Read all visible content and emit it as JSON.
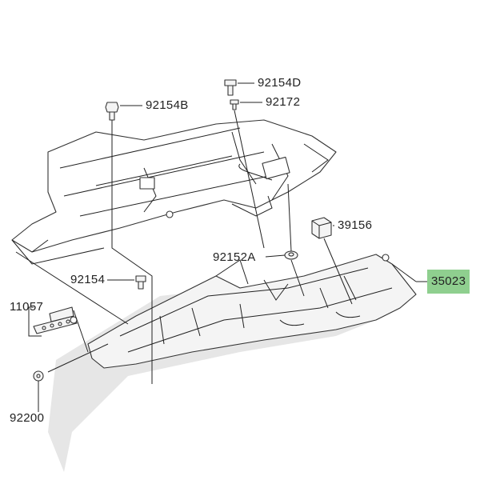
{
  "diagram": {
    "type": "exploded parts diagram",
    "highlight_color": "#8fcf8f",
    "parts": [
      {
        "id": "92154D",
        "label": "92154D"
      },
      {
        "id": "92172",
        "label": "92172"
      },
      {
        "id": "92154B",
        "label": "92154B"
      },
      {
        "id": "39156",
        "label": "39156"
      },
      {
        "id": "92152A",
        "label": "92152A"
      },
      {
        "id": "35023",
        "label": "35023",
        "highlighted": true
      },
      {
        "id": "92154",
        "label": "92154"
      },
      {
        "id": "11057",
        "label": "11057"
      },
      {
        "id": "92200",
        "label": "92200"
      }
    ]
  }
}
